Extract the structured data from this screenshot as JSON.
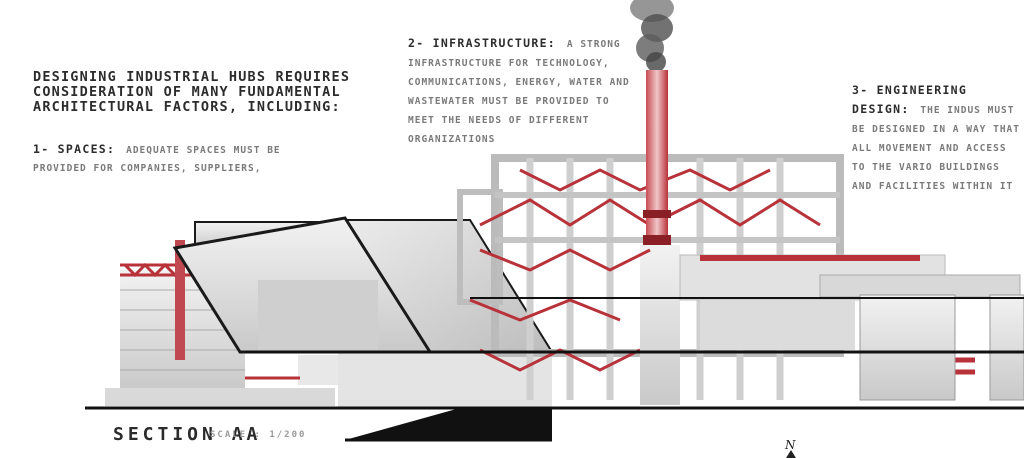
{
  "intro": {
    "heading": "DESIGNING INDUSTRIAL HUBS REQUIRES CONSIDERATION OF MANY FUNDAMENTAL ARCHITECTURAL FACTORS, INCLUDING:"
  },
  "factors": [
    {
      "title": "1- SPACES:",
      "body": "ADEQUATE SPACES MUST BE PROVIDED FOR COMPANIES, SUPPLIERS,"
    },
    {
      "title": "2- INFRASTRUCTURE:",
      "body": "A STRONG INFRASTRUCTURE FOR TECHNOLOGY, COMMUNICATIONS, ENERGY, WATER AND WASTEWATER MUST BE PROVIDED TO MEET THE NEEDS OF DIFFERENT ORGANIZATIONS"
    },
    {
      "title": "3- ENGINEERING DESIGN:",
      "body": "THE INDUS MUST BE DESIGNED IN A WAY THAT ALL MOVEMENT AND ACCESS TO THE VARIO BUILDINGS AND FACILITIES WITHIN IT"
    }
  ],
  "section": {
    "title": "SECTION AA",
    "scale": "SCALE : 1/200"
  },
  "north_label": "N",
  "colors": {
    "accent": "#b8323a",
    "ink": "#1a1a1a",
    "concrete": "#d6d6d6",
    "smoke": "#555555"
  }
}
